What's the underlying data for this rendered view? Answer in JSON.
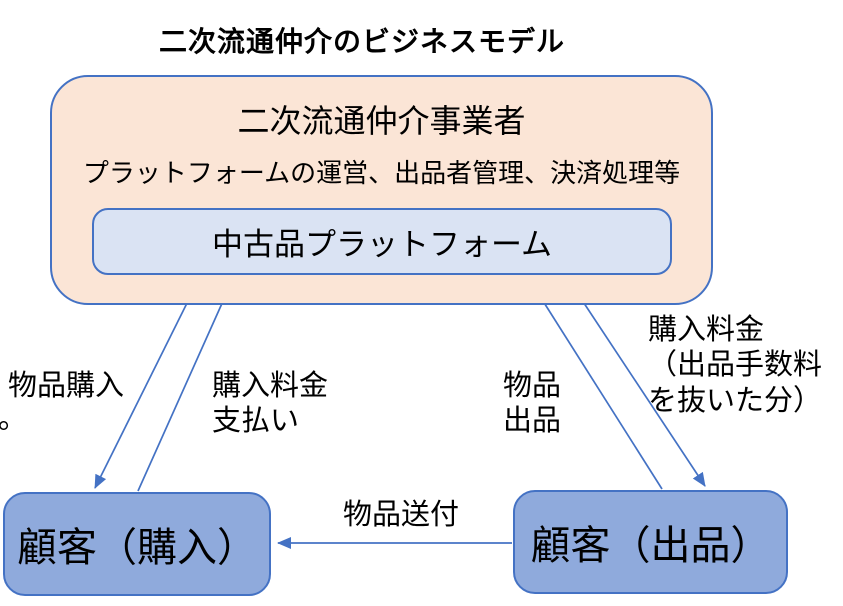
{
  "title": "二次流通仲介のビジネスモデル",
  "provider_box": {
    "title": "二次流通仲介事業者",
    "subtitle": "プラットフォームの運営、出品者管理、決済処理等",
    "platform_label": "中古品プラットフォーム"
  },
  "customers": {
    "buyer_label": "顧客（購入）",
    "seller_label": "顧客（出品）"
  },
  "edge_labels": {
    "goods_purchase": "物品購入",
    "purchase_payment": "購入料金\n支払い",
    "goods_listing": "物品\n出品",
    "sale_payout": "購入料金\n（出品手数料\nを抜いた分）",
    "goods_shipping": "物品送付"
  },
  "stray_text": "。",
  "colors": {
    "accent": "#4472c4",
    "peach": "#fbe5d6",
    "platform_fill": "#dae3f3",
    "customer_fill": "#8faadc",
    "text": "#000000",
    "bg": "#ffffff"
  }
}
